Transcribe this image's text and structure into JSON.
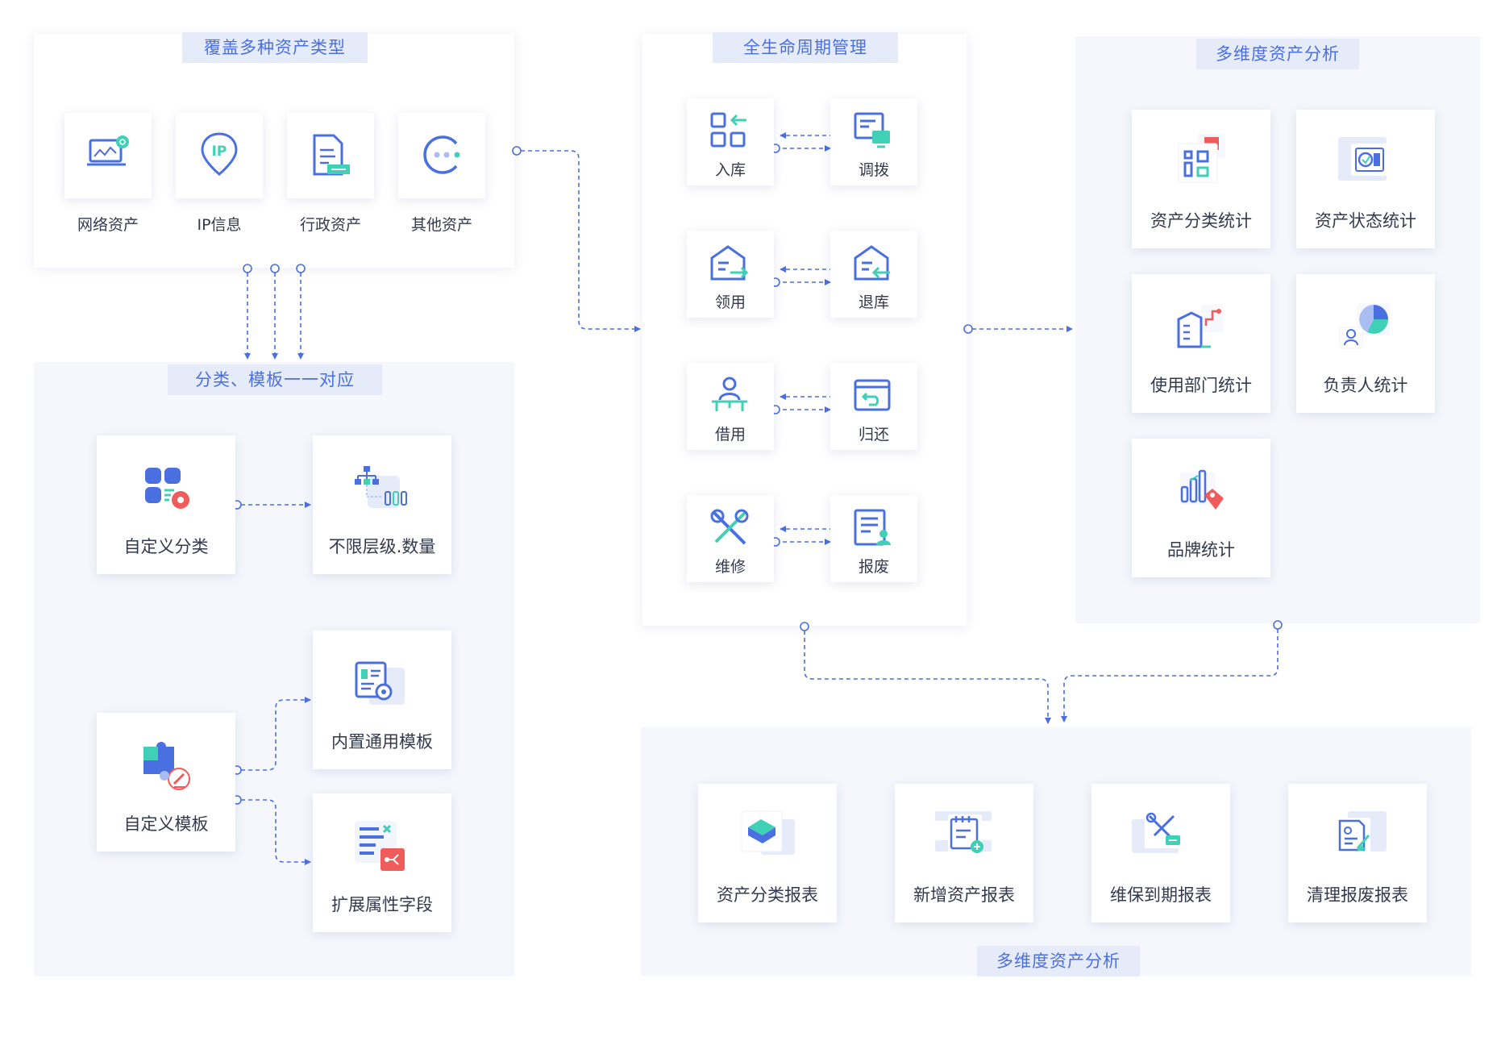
{
  "colors": {
    "accent": "#4a6fe0",
    "accent_light": "#a9bdf3",
    "green": "#3fd0b6",
    "red": "#f05b5b",
    "title_bg": "#e6ebfa",
    "panel_tint": "#f5f7fd",
    "text": "#333a4d"
  },
  "asset_types": {
    "title": "覆盖多种资产类型",
    "items": [
      {
        "label": "网络资产",
        "icon": "laptop-network-icon"
      },
      {
        "label": "IP信息",
        "icon": "ip-pin-icon"
      },
      {
        "label": "行政资产",
        "icon": "document-icon"
      },
      {
        "label": "其他资产",
        "icon": "more-icon"
      }
    ]
  },
  "categories": {
    "title": "分类、模板一一对应",
    "custom_category": "自定义分类",
    "unlimited_levels": "不限层级.数量",
    "custom_template": "自定义模板",
    "builtin_template": "内置通用模板",
    "extended_fields": "扩展属性字段"
  },
  "lifecycle": {
    "title": "全生命周期管理",
    "pairs": [
      {
        "left": "入库",
        "right": "调拨"
      },
      {
        "left": "领用",
        "right": "退库"
      },
      {
        "left": "借用",
        "right": "归还"
      },
      {
        "left": "维修",
        "right": "报废"
      }
    ]
  },
  "analysis": {
    "title": "多维度资产分析",
    "items": [
      {
        "label": "资产分类统计",
        "icon": "category-stats-icon"
      },
      {
        "label": "资产状态统计",
        "icon": "status-stats-icon"
      },
      {
        "label": "使用部门统计",
        "icon": "department-stats-icon"
      },
      {
        "label": "负责人统计",
        "icon": "owner-stats-icon"
      },
      {
        "label": "品牌统计",
        "icon": "brand-stats-icon"
      }
    ]
  },
  "reports": {
    "title": "多维度资产分析",
    "items": [
      {
        "label": "资产分类报表",
        "icon": "category-report-icon"
      },
      {
        "label": "新增资产报表",
        "icon": "new-asset-report-icon"
      },
      {
        "label": "维保到期报表",
        "icon": "maintenance-report-icon"
      },
      {
        "label": "清理报废报表",
        "icon": "disposal-report-icon"
      }
    ]
  }
}
